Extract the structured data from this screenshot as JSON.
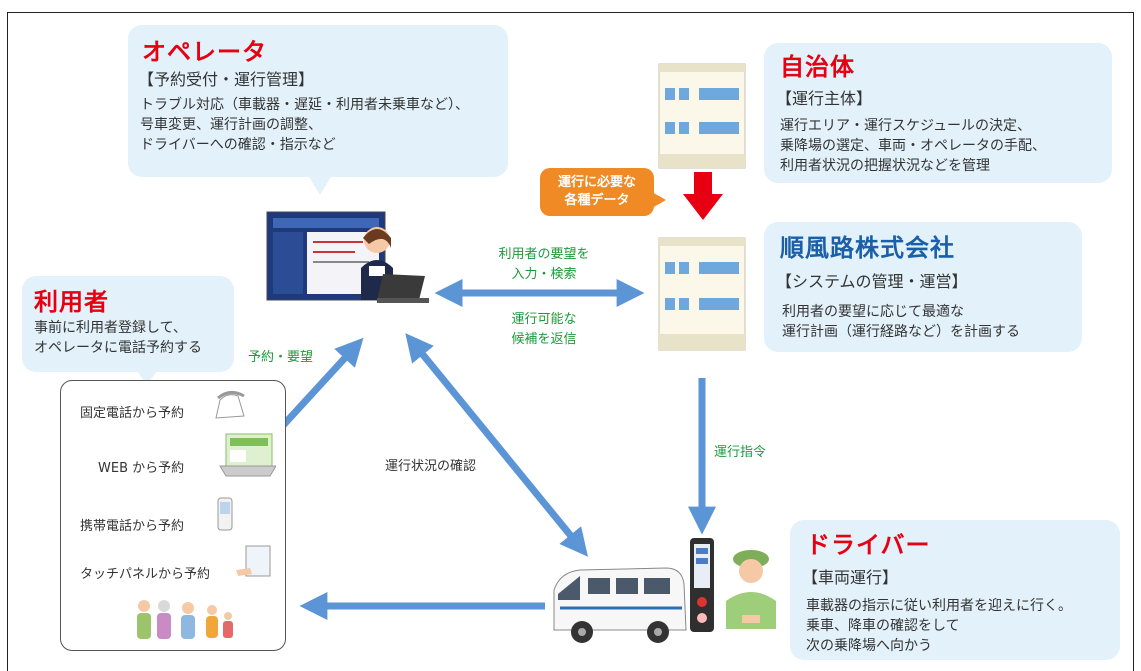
{
  "operator": {
    "title": "オペレータ",
    "role": "【予約受付・運行管理】",
    "lines": [
      "トラブル対応（車載器・遅延・利用者未乗車など）、",
      "号車変更、運行計画の調整、",
      "ドライバーへの確認・指示など"
    ]
  },
  "municipality": {
    "title": "自治体",
    "role": "【運行主体】",
    "lines": [
      "運行エリア・運行スケジュールの決定、",
      "乗降場の選定、車両・オペレータの手配、",
      "利用者状況の把握状況などを管理"
    ]
  },
  "company": {
    "title": "順風路株式会社",
    "role": "【システムの管理・運営】",
    "lines": [
      "利用者の要望に応じて最適な",
      "運行計画（運行経路など）を計画する"
    ]
  },
  "user": {
    "title": "利用者",
    "lines": [
      "事前に利用者登録して、",
      "オペレータに電話予約する"
    ]
  },
  "driver": {
    "title": "ドライバー",
    "role": "【車両運行】",
    "lines": [
      "車載器の指示に従い利用者を迎えに行く。",
      "乗車、降車の確認をして",
      "次の乗降場へ向かう"
    ]
  },
  "labels": {
    "data_tag": [
      "運行に必要な",
      "各種データ"
    ],
    "request_input": [
      "利用者の要望を",
      "入力・検索"
    ],
    "candidates_return": [
      "運行可能な",
      "候補を返信"
    ],
    "reservation": "予約・要望",
    "status_check": "運行状況の確認",
    "dispatch": "運行指令"
  },
  "reservation_methods": [
    "固定電話から予約",
    "WEB から予約",
    "携帯電話から予約",
    "タッチパネルから予約"
  ],
  "colors": {
    "red": "#e60012",
    "blue": "#1a5fa8",
    "arrow_blue": "#5b95d6",
    "bubble": "#e2f1fa",
    "orange": "#f08a24",
    "green_text": "#1a9b3a"
  }
}
